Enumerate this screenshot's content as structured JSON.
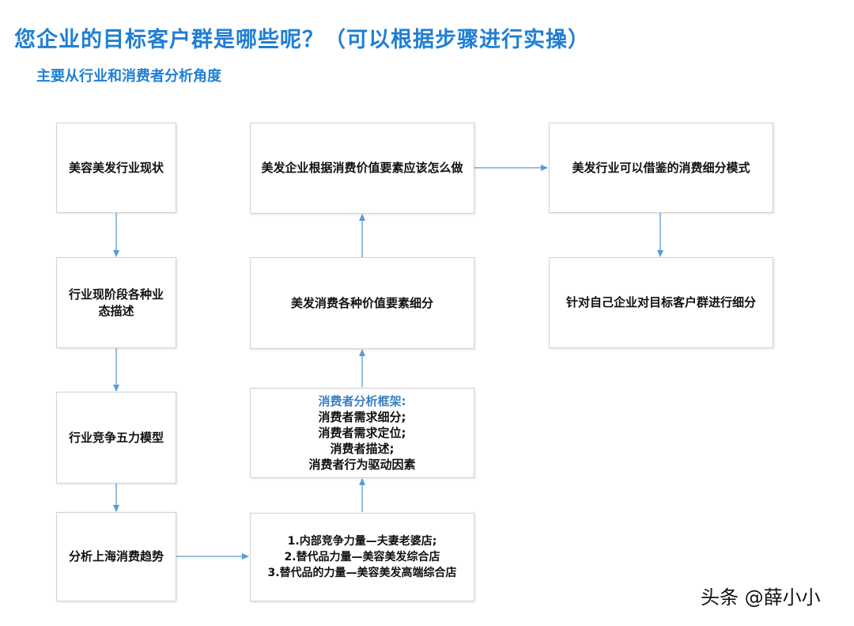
{
  "header": {
    "title": "您企业的目标客户群是哪些呢？（可以根据步骤进行实操）",
    "subtitle": "主要从行业和消费者分析角度"
  },
  "boxes": {
    "industry_status": {
      "lines": [
        "美容美发行业现状"
      ]
    },
    "industry_stage": {
      "lines": [
        "行业现阶段各种业",
        "态描述"
      ]
    },
    "five_forces": {
      "lines": [
        "行业竞争五力模型"
      ]
    },
    "shanghai_trend": {
      "lines": [
        "分析上海消费趋势"
      ]
    },
    "competition": {
      "lines": [
        "1.内部竞争力量—夫妻老婆店;",
        "2.替代品力量—美容美发综合店",
        "3.替代品的力量—美容美发高端综合店"
      ]
    },
    "consumer_framework": {
      "heading": "消费者分析框架:",
      "lines": [
        "消费者需求细分;",
        "消费者需求定位;",
        "消费者描述;",
        "消费者行为驱动因素"
      ]
    },
    "value_segments": {
      "lines": [
        "美发消费各种价值要素细分"
      ]
    },
    "what_to_do": {
      "lines": [
        "美发企业根据消费价值要素应该怎么做"
      ]
    },
    "segment_model": {
      "lines": [
        "美发行业可以借鉴的消费细分模式"
      ]
    },
    "target_segment": {
      "lines": [
        "针对自己企业对目标客户群进行细分"
      ]
    }
  },
  "watermark": "头条 @薛小小",
  "colors": {
    "title": "#1f7fd4",
    "arrow": "#5b9bd5",
    "box_border": "#d3d3d3",
    "framework_heading": "#3a7fc4"
  }
}
